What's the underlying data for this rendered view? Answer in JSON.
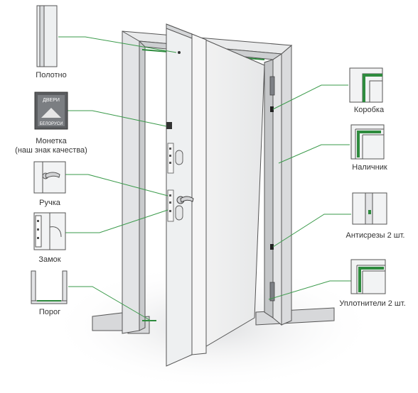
{
  "labels": {
    "polotno": "Полотно",
    "monetka_line1": "Монетка",
    "monetka_line2": "(наш знак качества)",
    "ruchka": "Ручка",
    "zamok": "Замок",
    "porog": "Порог",
    "korobka": "Коробка",
    "nalichnik": "Наличник",
    "antisrezy": "Антисрезы 2 шт.",
    "uplotniteli": "Уплотнители 2 шт."
  },
  "badge": {
    "line1": "ДВЕРИ",
    "line2": "БЕЛОРУСИ"
  },
  "colors": {
    "accent_green": "#2e8b3e",
    "callout_green": "#3a9a4a",
    "frame_gray": "#cfd1d3",
    "outline": "#555555",
    "shadow": "#e8e9ea"
  }
}
